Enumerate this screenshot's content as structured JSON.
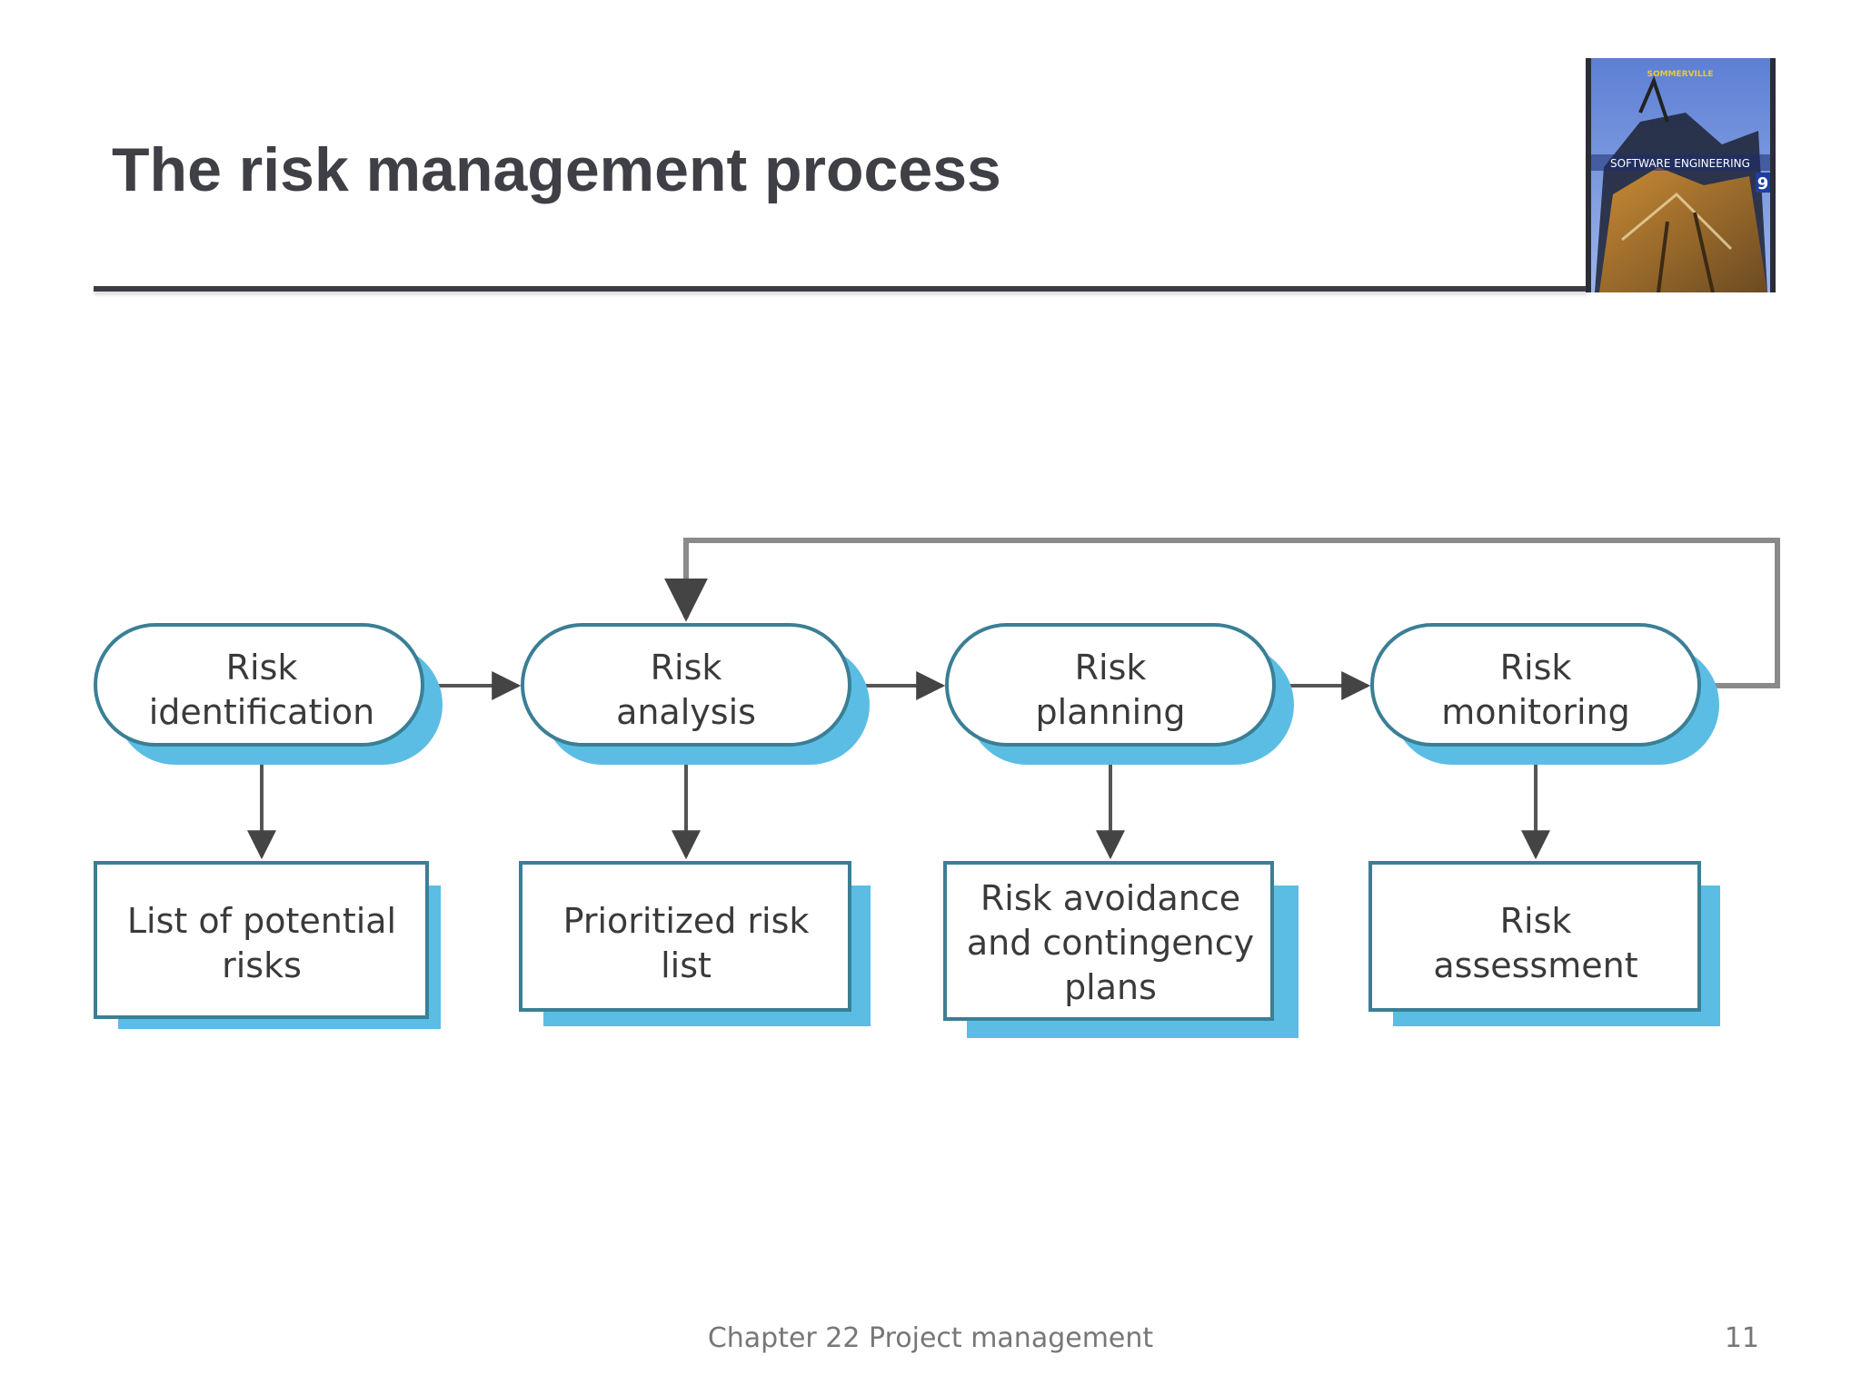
{
  "slide": {
    "title": "The risk management process",
    "footer": "Chapter 22 Project management",
    "page_number": "11"
  },
  "book_cover": {
    "author": "SOMMERVILLE",
    "title": "SOFTWARE ENGINEERING",
    "edition": "9"
  },
  "diagram": {
    "stages": [
      {
        "line1": "Risk",
        "line2": "identification"
      },
      {
        "line1": "Risk",
        "line2": "analysis"
      },
      {
        "line1": "Risk",
        "line2": "planning"
      },
      {
        "line1": "Risk",
        "line2": "monitoring"
      }
    ],
    "outputs": [
      {
        "lines": [
          "List of potential",
          "risks"
        ]
      },
      {
        "lines": [
          "Prioritized risk",
          "list"
        ]
      },
      {
        "lines": [
          "Risk avoidance",
          "and contingency",
          "plans"
        ]
      },
      {
        "lines": [
          "Risk",
          "assessment"
        ]
      }
    ]
  },
  "colors": {
    "shadow": "#5bbde3",
    "outline": "#3a7f95",
    "arrow": "#555555"
  }
}
